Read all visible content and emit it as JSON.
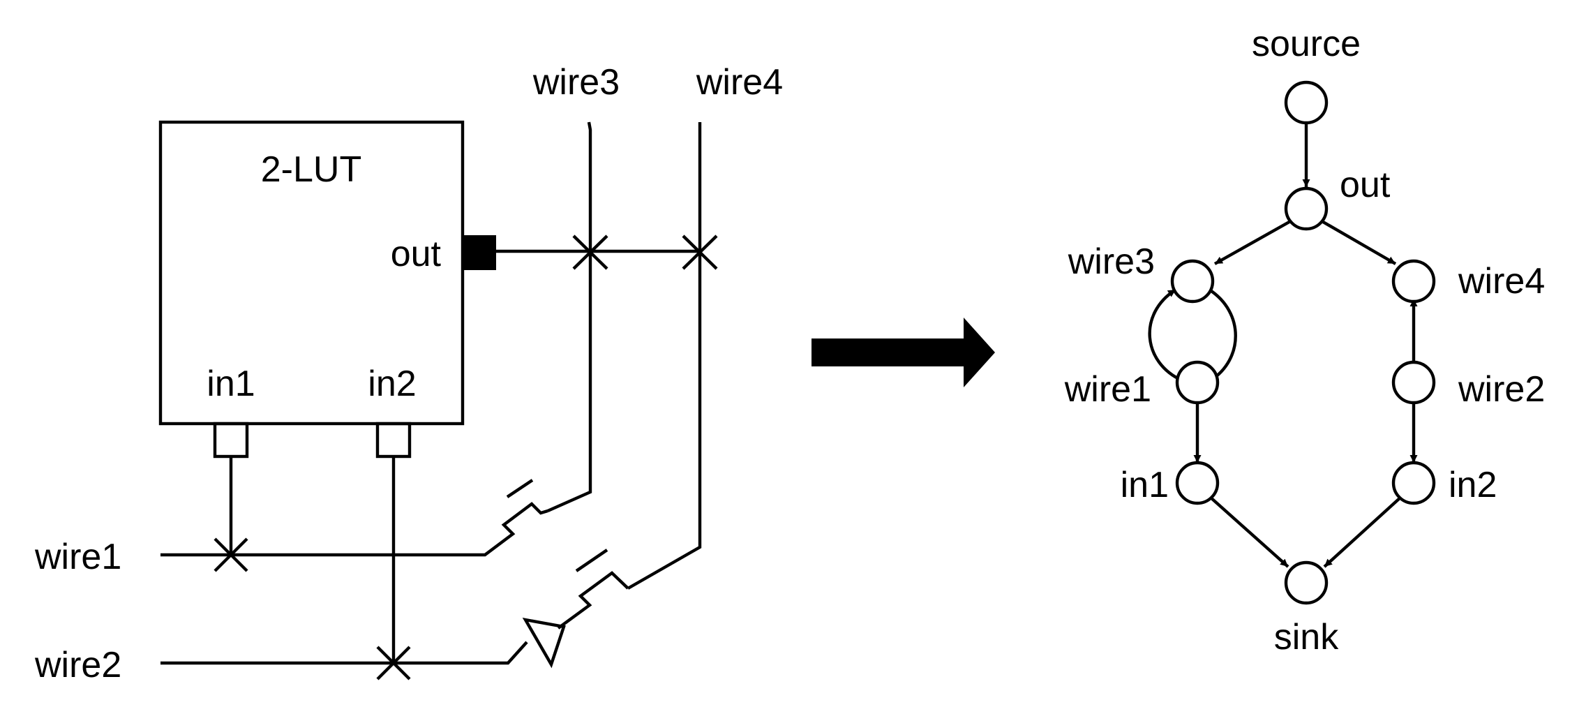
{
  "left": {
    "block": {
      "title": "2-LUT",
      "out_label": "out",
      "in1_label": "in1",
      "in2_label": "in2"
    },
    "wires": {
      "wire1": "wire1",
      "wire2": "wire2",
      "wire3": "wire3",
      "wire4": "wire4"
    }
  },
  "graph": {
    "source": "source",
    "out": "out",
    "wire3": "wire3",
    "wire4": "wire4",
    "wire1": "wire1",
    "wire2": "wire2",
    "in1": "in1",
    "in2": "in2",
    "sink": "sink"
  },
  "colors": {
    "ink": "#000000",
    "background": "#ffffff"
  }
}
